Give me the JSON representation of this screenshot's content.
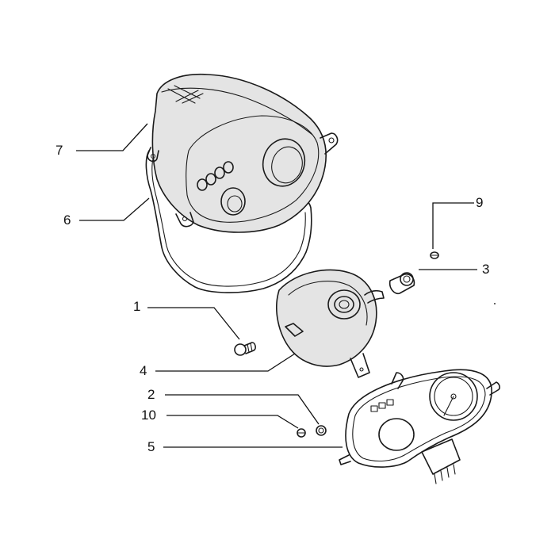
{
  "callouts": {
    "c1": "1",
    "c2": "2",
    "c3": "3",
    "c4": "4",
    "c5": "5",
    "c6": "6",
    "c7": "7",
    "c9": "9",
    "c10": "10"
  },
  "colors": {
    "line": "#1a1a1a",
    "shading": "#e4e4e4",
    "background": "#ffffff"
  }
}
